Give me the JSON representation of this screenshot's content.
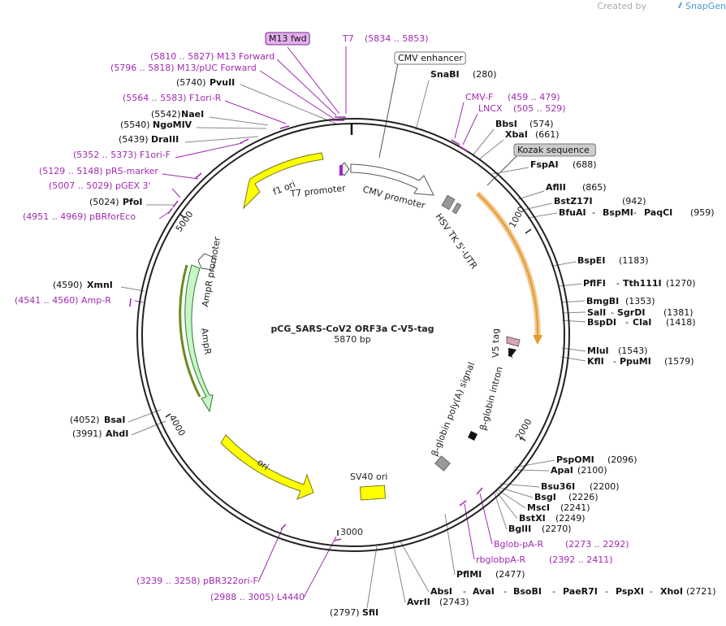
{
  "credit": {
    "prefix": "Created by",
    "brand": "SnapGene"
  },
  "plasmid": {
    "name": "pCG_SARS-CoV2 ORF3a C-V5-tag",
    "size": "5870 bp"
  },
  "ticks": [
    "1000",
    "2000",
    "3000",
    "4000",
    "5000"
  ],
  "features": {
    "f1_ori": "f1 ori",
    "t7_promoter": "T7 promoter",
    "cmv_promoter": "CMV promoter",
    "hsv_tk_utr": "HSV TK 5'-UTR",
    "ampr_promoter": "AmpR promoter",
    "ampr": "AmpR",
    "ori": "ori",
    "sv40_ori": "SV40 ori",
    "v5_tag": "V5 tag",
    "bglobin_intron": "β-globin intron",
    "bglobin_polya": "β-globin poly(A) signal"
  },
  "labels": [
    {
      "t": [
        {
          "c": "box_pink",
          "v": "M13 fwd"
        }
      ]
    },
    {
      "t": [
        {
          "c": "pink",
          "v": "T7"
        },
        {
          "c": "pink",
          "v": "(5834 .. 5853)"
        }
      ]
    },
    {
      "t": [
        {
          "c": "pink",
          "v": "(5810 .. 5827)  M13 Forward"
        }
      ]
    },
    {
      "t": [
        {
          "c": "pink",
          "v": "(5796 .. 5818)  M13/pUC Forward"
        }
      ]
    },
    {
      "t": [
        {
          "c": "box_white",
          "v": "CMV enhancer"
        }
      ]
    },
    {
      "t": [
        {
          "c": "norm",
          "v": "(5740)"
        },
        {
          "c": "bold",
          "v": "PvuII"
        }
      ]
    },
    {
      "t": [
        {
          "c": "bold",
          "v": "SnaBI"
        },
        {
          "c": "norm",
          "v": "(280)"
        }
      ]
    },
    {
      "t": [
        {
          "c": "pink",
          "v": "(5564 .. 5583)  F1ori-R"
        }
      ]
    },
    {
      "t": [
        {
          "c": "pink",
          "v": "CMV-F"
        },
        {
          "c": "pink",
          "v": "(459 .. 479)"
        }
      ]
    },
    {
      "t": [
        {
          "c": "pink",
          "v": "LNCX"
        },
        {
          "c": "pink",
          "v": "(505 .. 529)"
        }
      ]
    },
    {
      "t": [
        {
          "c": "norm",
          "v": "(5542)"
        },
        {
          "c": "bold",
          "v": "NaeI"
        }
      ]
    },
    {
      "t": [
        {
          "c": "norm",
          "v": "(5540)"
        },
        {
          "c": "bold",
          "v": "NgoMIV"
        }
      ]
    },
    {
      "t": [
        {
          "c": "bold",
          "v": "BbsI"
        },
        {
          "c": "norm",
          "v": "(574)"
        }
      ]
    },
    {
      "t": [
        {
          "c": "bold",
          "v": "XbaI"
        },
        {
          "c": "norm",
          "v": "(661)"
        }
      ]
    },
    {
      "t": [
        {
          "c": "norm",
          "v": "(5439)"
        },
        {
          "c": "bold",
          "v": "DraIII"
        }
      ]
    },
    {
      "t": [
        {
          "c": "box_gray",
          "v": "Kozak sequence"
        }
      ]
    },
    {
      "t": [
        {
          "c": "pink",
          "v": "(5352 .. 5373)  F1ori-F"
        }
      ]
    },
    {
      "t": [
        {
          "c": "bold",
          "v": "FspAI"
        },
        {
          "c": "norm",
          "v": "(688)"
        }
      ]
    },
    {
      "t": [
        {
          "c": "pink",
          "v": "(5129 .. 5148)  pRS-marker"
        }
      ]
    },
    {
      "t": [
        {
          "c": "pink",
          "v": "(5007 .. 5029)  pGEX 3'"
        }
      ]
    },
    {
      "t": [
        {
          "c": "bold",
          "v": "AflII"
        },
        {
          "c": "norm",
          "v": "(865)"
        }
      ]
    },
    {
      "t": [
        {
          "c": "norm",
          "v": "(5024)"
        },
        {
          "c": "bold",
          "v": "PfoI"
        }
      ]
    },
    {
      "t": [
        {
          "c": "bold",
          "v": "BstZ17I"
        },
        {
          "c": "norm",
          "v": "(942)"
        }
      ]
    },
    {
      "t": [
        {
          "c": "bold",
          "v": "BfuAI"
        },
        {
          "c": "norm",
          "v": "-"
        },
        {
          "c": "bold",
          "v": "BspMI"
        },
        {
          "c": "norm",
          "v": "-"
        },
        {
          "c": "bold",
          "v": "PaqCI"
        },
        {
          "c": "norm",
          "v": "(959)"
        }
      ]
    },
    {
      "t": [
        {
          "c": "pink",
          "v": "(4951 .. 4969)  pBRforEco"
        }
      ]
    },
    {
      "t": [
        {
          "c": "bold",
          "v": "BspEI"
        },
        {
          "c": "norm",
          "v": "(1183)"
        }
      ]
    },
    {
      "t": [
        {
          "c": "bold",
          "v": "PflFI"
        },
        {
          "c": "norm",
          "v": "-"
        },
        {
          "c": "bold",
          "v": "Tth111I"
        },
        {
          "c": "norm",
          "v": "(1270)"
        }
      ]
    },
    {
      "t": [
        {
          "c": "norm",
          "v": "(4590)"
        },
        {
          "c": "bold",
          "v": "XmnI"
        }
      ]
    },
    {
      "t": [
        {
          "c": "bold",
          "v": "BmgBI"
        },
        {
          "c": "norm",
          "v": "(1353)"
        }
      ]
    },
    {
      "t": [
        {
          "c": "pink",
          "v": "(4541 .. 4560)  Amp-R"
        }
      ]
    },
    {
      "t": [
        {
          "c": "bold",
          "v": "SalI"
        },
        {
          "c": "norm",
          "v": "-"
        },
        {
          "c": "bold",
          "v": "SgrDI"
        },
        {
          "c": "norm",
          "v": "(1381)"
        }
      ]
    },
    {
      "t": [
        {
          "c": "bold",
          "v": "BspDI"
        },
        {
          "c": "norm",
          "v": "-"
        },
        {
          "c": "bold",
          "v": "ClaI"
        },
        {
          "c": "norm",
          "v": "(1418)"
        }
      ]
    },
    {
      "t": [
        {
          "c": "bold",
          "v": "MluI"
        },
        {
          "c": "norm",
          "v": "(1543)"
        }
      ]
    },
    {
      "t": [
        {
          "c": "bold",
          "v": "KflI"
        },
        {
          "c": "norm",
          "v": "-"
        },
        {
          "c": "bold",
          "v": "PpuMI"
        },
        {
          "c": "norm",
          "v": "(1579)"
        }
      ]
    },
    {
      "t": [
        {
          "c": "norm",
          "v": "(4052)"
        },
        {
          "c": "bold",
          "v": "BsaI"
        }
      ]
    },
    {
      "t": [
        {
          "c": "norm",
          "v": "(3991)"
        },
        {
          "c": "bold",
          "v": "AhdI"
        }
      ]
    },
    {
      "t": [
        {
          "c": "bold",
          "v": "PspOMI"
        },
        {
          "c": "norm",
          "v": "(2096)"
        }
      ]
    },
    {
      "t": [
        {
          "c": "bold",
          "v": "ApaI"
        },
        {
          "c": "norm",
          "v": "(2100)"
        }
      ]
    },
    {
      "t": [
        {
          "c": "bold",
          "v": "Bsu36I"
        },
        {
          "c": "norm",
          "v": "(2200)"
        }
      ]
    },
    {
      "t": [
        {
          "c": "bold",
          "v": "BsgI"
        },
        {
          "c": "norm",
          "v": "(2226)"
        }
      ]
    },
    {
      "t": [
        {
          "c": "bold",
          "v": "MscI"
        },
        {
          "c": "norm",
          "v": "(2241)"
        }
      ]
    },
    {
      "t": [
        {
          "c": "bold",
          "v": "BstXI"
        },
        {
          "c": "norm",
          "v": "(2249)"
        }
      ]
    },
    {
      "t": [
        {
          "c": "bold",
          "v": "BglII"
        },
        {
          "c": "norm",
          "v": "(2270)"
        }
      ]
    },
    {
      "t": [
        {
          "c": "pink",
          "v": "Bglob-pA-R"
        },
        {
          "c": "pink",
          "v": "(2273 .. 2292)"
        }
      ]
    },
    {
      "t": [
        {
          "c": "pink",
          "v": "rbglobpA-R"
        },
        {
          "c": "pink",
          "v": "(2392 .. 2411)"
        }
      ]
    },
    {
      "t": [
        {
          "c": "bold",
          "v": "PflMI"
        },
        {
          "c": "norm",
          "v": "(2477)"
        }
      ]
    },
    {
      "t": [
        {
          "c": "pink",
          "v": "(3239 .. 3258)  pBR322ori-F"
        }
      ]
    },
    {
      "t": [
        {
          "c": "pink",
          "v": "(2988 .. 3005)  L4440"
        }
      ]
    },
    {
      "t": [
        {
          "c": "bold",
          "v": "AbsI"
        },
        {
          "c": "norm",
          "v": "-"
        },
        {
          "c": "bold",
          "v": "AvaI"
        },
        {
          "c": "norm",
          "v": "-"
        },
        {
          "c": "bold",
          "v": "BsoBI"
        },
        {
          "c": "norm",
          "v": "-"
        },
        {
          "c": "bold",
          "v": "PaeR7I"
        },
        {
          "c": "norm",
          "v": "-"
        },
        {
          "c": "bold",
          "v": "PspXI"
        },
        {
          "c": "norm",
          "v": "-"
        },
        {
          "c": "bold",
          "v": "XhoI"
        },
        {
          "c": "norm",
          "v": "(2721)"
        }
      ]
    },
    {
      "t": [
        {
          "c": "bold",
          "v": "AvrII"
        },
        {
          "c": "norm",
          "v": "(2743)"
        }
      ]
    },
    {
      "t": [
        {
          "c": "norm",
          "v": "(2797)"
        },
        {
          "c": "bold",
          "v": "SfiI"
        }
      ]
    }
  ]
}
